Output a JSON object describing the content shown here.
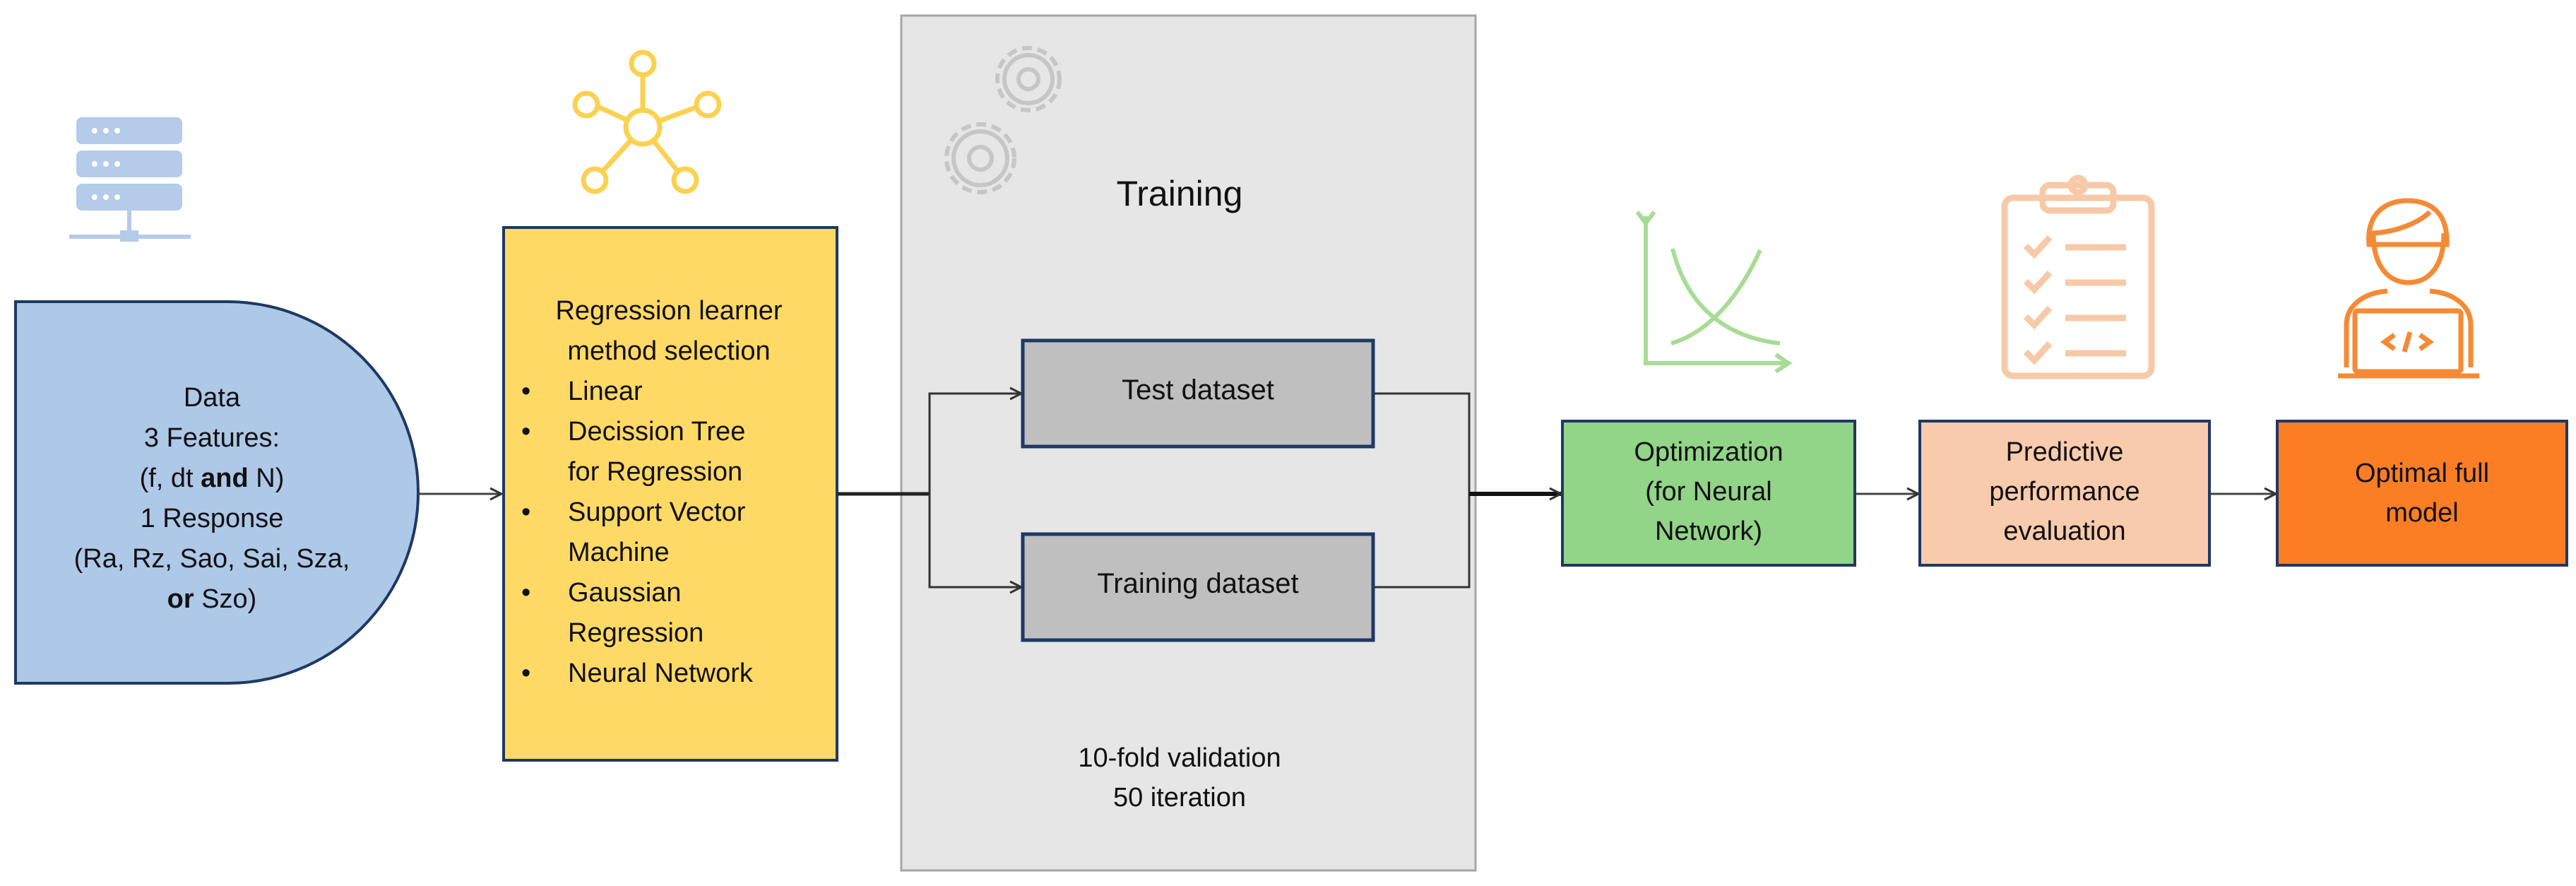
{
  "data_shape": {
    "line1": "Data",
    "line2": "3 Features:",
    "line3_pre": "(f, dt ",
    "line3_bold": "and",
    "line3_post": " N)",
    "line4": "1 Response",
    "line5": "(Ra, Rz, Sao, Sai, Sza,",
    "line6_bold": "or",
    "line6_post": " Szo)"
  },
  "method_selection": {
    "title_line1": "Regression learner",
    "title_line2": "method selection",
    "items": [
      "Linear",
      "Decission Tree",
      "for Regression",
      "Support Vector",
      "Machine",
      "Gaussian",
      "Regression",
      "Neural Network"
    ]
  },
  "training": {
    "title": "Training",
    "test_label": "Test dataset",
    "train_label": "Training dataset",
    "validation_line1": "10-fold validation",
    "validation_line2": "50 iteration"
  },
  "optimization": {
    "line1": "Optimization",
    "line2": "(for Neural",
    "line3": "Network)"
  },
  "predictive": {
    "line1": "Predictive",
    "line2": "performance",
    "line3": "evaluation"
  },
  "final": {
    "line1": "Optimal full",
    "line2": "model"
  },
  "icons": {
    "database": "database-server-icon",
    "network": "network-nodes-icon",
    "gears": "gears-icon",
    "graph": "curves-graph-icon",
    "clipboard": "checklist-clipboard-icon",
    "developer": "developer-laptop-icon"
  },
  "colors": {
    "data_fill": "#aec8e8",
    "method_fill": "#ffd966",
    "training_bg": "#e6e6e6",
    "dataset_fill": "#bfbfbf",
    "optimization_fill": "#92d488",
    "predictive_fill": "#f9cbad",
    "final_fill": "#fb7e25",
    "box_border": "#1f3864"
  }
}
